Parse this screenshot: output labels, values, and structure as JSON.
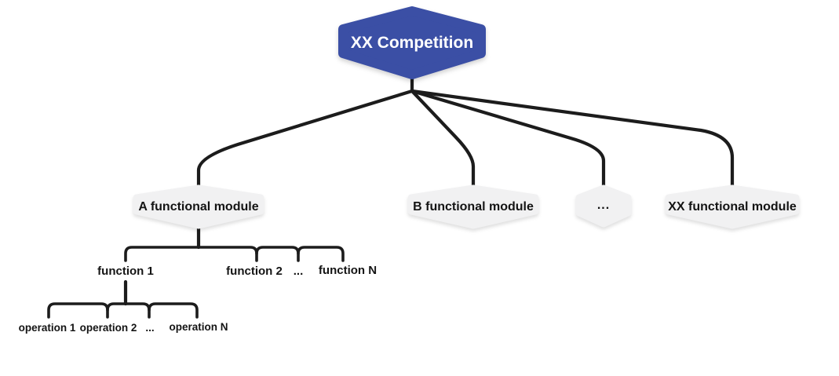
{
  "colors": {
    "root_fill": "#3b4fa5",
    "root_text": "#ffffff",
    "module_fill": "#f1f1f2",
    "line": "#1c1c1c",
    "text": "#141414"
  },
  "diagram": {
    "root": {
      "label": "XX Competition"
    },
    "modules": [
      {
        "label": "A functional module"
      },
      {
        "label": "B functional module"
      },
      {
        "label": "..."
      },
      {
        "label": "XX functional module"
      }
    ],
    "functions": [
      {
        "label": "function 1"
      },
      {
        "label": "function 2"
      },
      {
        "label": "..."
      },
      {
        "label": "function N"
      }
    ],
    "operations": [
      {
        "label": "operation 1"
      },
      {
        "label": "operation 2"
      },
      {
        "label": "..."
      },
      {
        "label": "operation N"
      }
    ]
  }
}
